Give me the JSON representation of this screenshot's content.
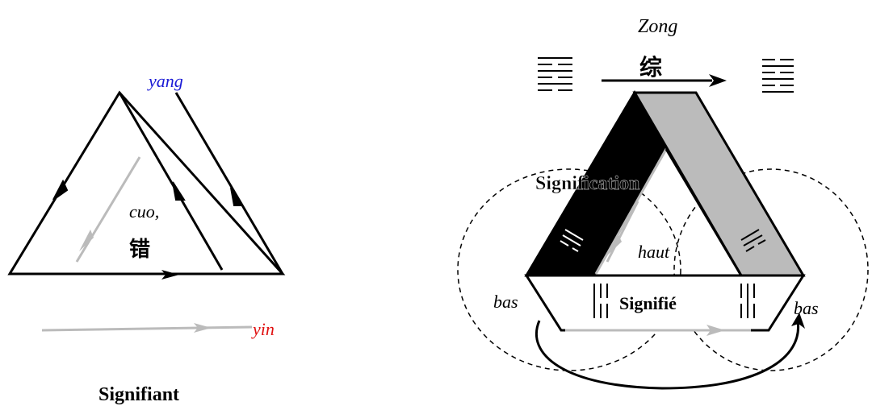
{
  "left_diagram": {
    "caption": "Signifiant",
    "yang_label": "yang",
    "yin_label": "yin",
    "cuo_label": "cuo,",
    "cuo_char": "错",
    "colors": {
      "yang": "#1a1ad6",
      "yin": "#e01010",
      "line": "#000000",
      "gray_arrow": "#bbbbbb"
    }
  },
  "right_diagram": {
    "zong_label": "Zong",
    "zong_char": "综",
    "signification_label": "Signification",
    "signifie_label": "Signifié",
    "haut_label": "haut",
    "bas_left_label": "bas",
    "bas_right_label": "bas",
    "colors": {
      "black_band": "#000000",
      "gray_band": "#bbbbbb",
      "bottom_arrow": "#bbbbbb"
    },
    "hexagram_icons": [
      "hexagram-top-left",
      "hexagram-top-right"
    ]
  }
}
